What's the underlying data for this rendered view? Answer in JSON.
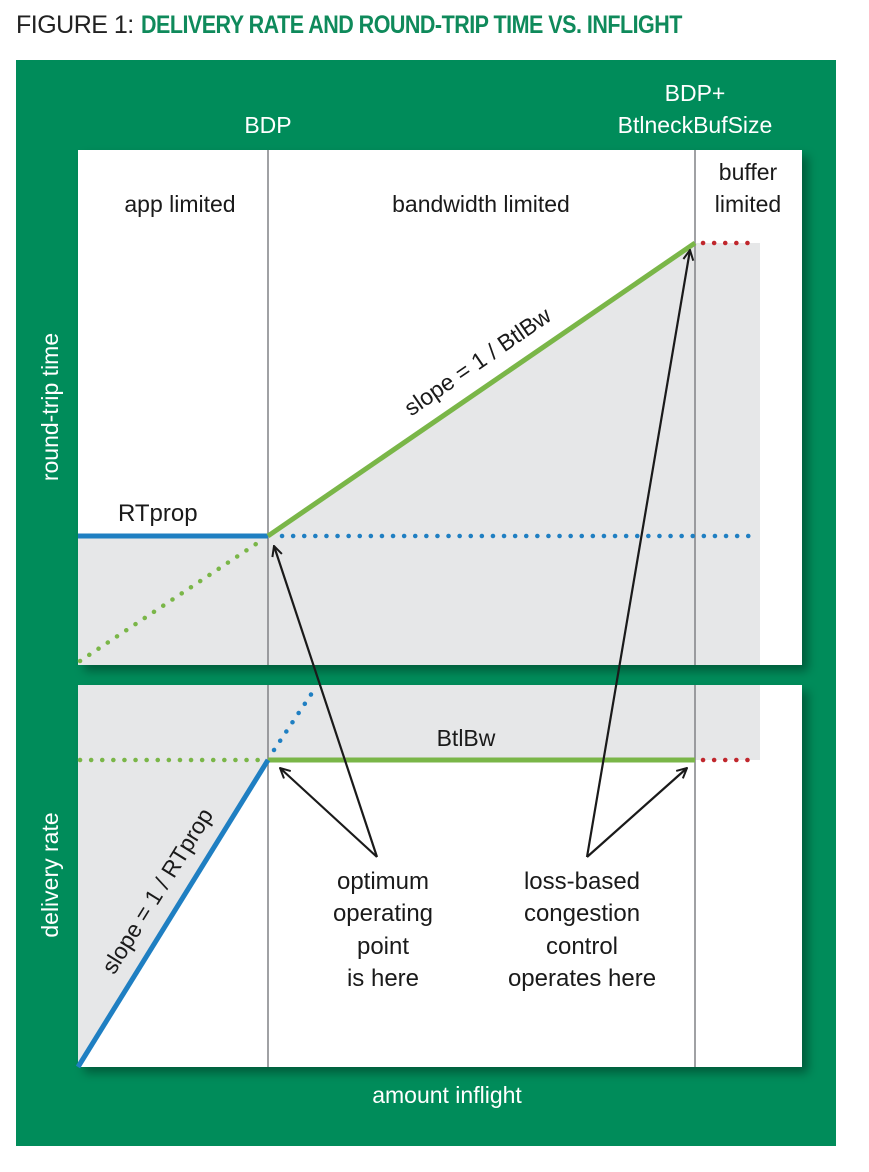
{
  "figure": {
    "title_prefix": "FIGURE 1:",
    "title_main": "DELIVERY RATE AND ROUND-TRIP TIME VS. INFLIGHT"
  },
  "labels": {
    "bdp": "BDP",
    "bdp_buf_line1": "BDP+",
    "bdp_buf_line2": "BtlneckBufSize",
    "app_limited": "app limited",
    "bandwidth_limited": "bandwidth limited",
    "buffer_limited_line1": "buffer",
    "buffer_limited_line2": "limited",
    "rtt_axis": "round-trip time",
    "delivery_axis": "delivery rate",
    "x_axis": "amount inflight",
    "rtprop": "RTprop",
    "slope_btlbw": "slope = 1 / BtlBw",
    "btlbw": "BtlBw",
    "slope_rtprop": "slope = 1 / RTprop",
    "optimum": [
      "optimum",
      "operating",
      "point",
      "is here"
    ],
    "lossbased": [
      "loss-based",
      "congestion",
      "control",
      "operates here"
    ]
  },
  "colors": {
    "frame": "#008c5a",
    "green_line": "#7ab648",
    "blue_line": "#1f7fc2",
    "red_dots": "#c0272d",
    "shaded": "#e6e7e8",
    "divider": "#808285"
  }
}
